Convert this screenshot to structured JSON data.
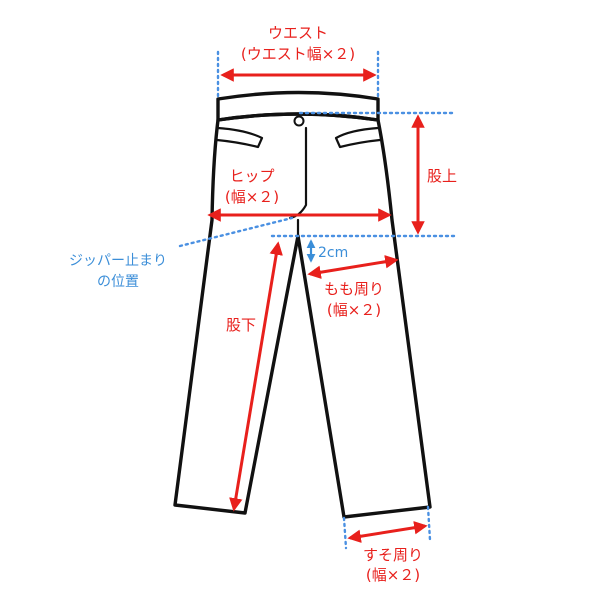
{
  "measurements": {
    "waist": {
      "label": "ウエスト",
      "sub": "(ウエスト幅×２)"
    },
    "hip": {
      "label": "ヒップ",
      "sub": "(幅×２)"
    },
    "rise": {
      "label": "股上"
    },
    "inseam": {
      "label": "股下"
    },
    "thigh": {
      "label": "もも周り",
      "sub": "(幅×２)"
    },
    "hem": {
      "label": "すそ周り",
      "sub": "(幅×２)"
    }
  },
  "annotations": {
    "zipper_stop": {
      "line1": "ジッパー止まり",
      "line2": "の位置"
    },
    "offset": {
      "value": "2cm"
    }
  },
  "colors": {
    "measure": "#e8201c",
    "guide": "#4a90e2",
    "outline": "#111111"
  }
}
